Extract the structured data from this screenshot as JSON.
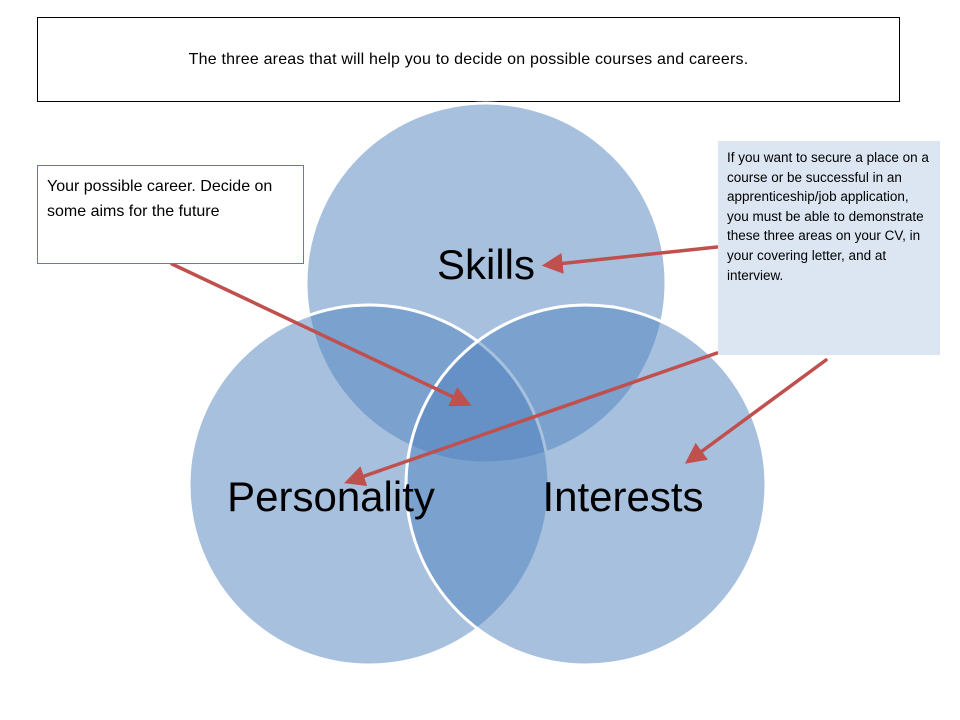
{
  "title": "The three areas that will help you to decide on possible courses and careers.",
  "circles": {
    "skills": "Skills",
    "personality": "Personality",
    "interests": "Interests"
  },
  "career_box": {
    "text": "Your possible career. Decide on some aims for the future"
  },
  "note_box": {
    "text": "If you want to secure a place on a course or be successful in an apprenticeship/job application, you must be able to demonstrate these three areas on your CV, in your covering letter, and at interview."
  },
  "colors": {
    "circle_fill": "#4F81BD",
    "circle_stroke": "#ffffff",
    "arrow": "#C0504D",
    "note_background": "#DCE6F2",
    "label_text": "#000000"
  }
}
